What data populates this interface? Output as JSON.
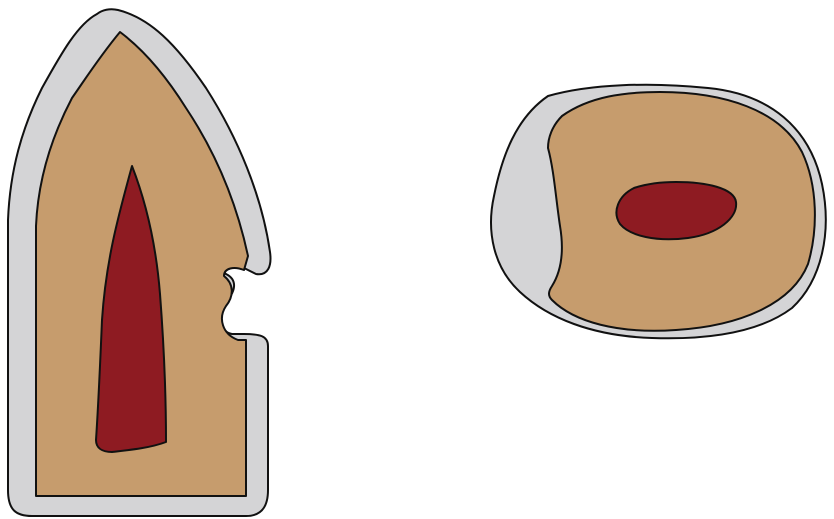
{
  "diagram": {
    "views": [
      {
        "id": "longitudinal-section",
        "layers": [
          "enamel",
          "dentin",
          "pulp"
        ],
        "features": [
          "cervical-notch"
        ]
      },
      {
        "id": "cross-section",
        "layers": [
          "enamel",
          "dentin",
          "pulp"
        ]
      }
    ]
  },
  "colors": {
    "background": "#ffffff",
    "enamel": "#d4d4d6",
    "dentin": "#c69c6d",
    "pulp": "#8e1b22",
    "outline": "#111111"
  }
}
